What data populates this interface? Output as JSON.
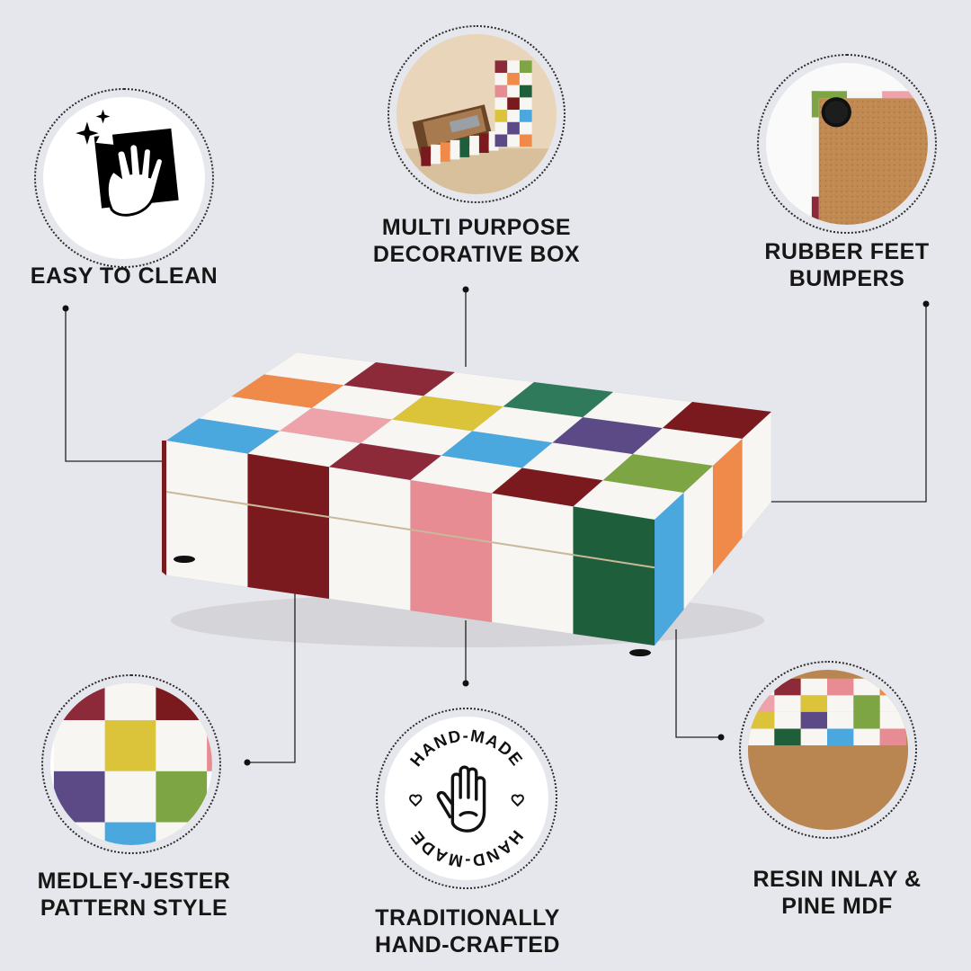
{
  "features": {
    "easy_clean": {
      "line1": "EASY TO CLEAN",
      "icon": "cleaning-hand-icon"
    },
    "multi_purpose": {
      "line1": "MULTI PURPOSE",
      "line2": "DECORATIVE BOX"
    },
    "rubber_feet": {
      "line1": "RUBBER FEET",
      "line2": "BUMPERS"
    },
    "medley": {
      "line1": "MEDLEY-JESTER",
      "line2": "PATTERN STYLE"
    },
    "handmade": {
      "line1": "TRADITIONALLY",
      "line2": "HAND-CRAFTED",
      "stamp_top": "HAND-MADE",
      "stamp_bottom": "HAND-MADE",
      "icon": "raised-hand-icon"
    },
    "resin": {
      "line1": "RESIN INLAY &",
      "line2": "PINE MDF"
    }
  },
  "colors": {
    "background": "#e6e7ec",
    "orange": "#f08a4b",
    "maroon": "#7a1a1e",
    "wine": "#8c2a3a",
    "pink": "#e88c93",
    "light_pink": "#eea3ab",
    "yellow": "#dcc43a",
    "green": "#1f5e3b",
    "teal_green": "#2f7a5a",
    "sky_blue": "#4aa8de",
    "purple": "#5b4a86",
    "lime": "#7ea543",
    "white": "#f7f6f3",
    "wood": "#b98550"
  }
}
